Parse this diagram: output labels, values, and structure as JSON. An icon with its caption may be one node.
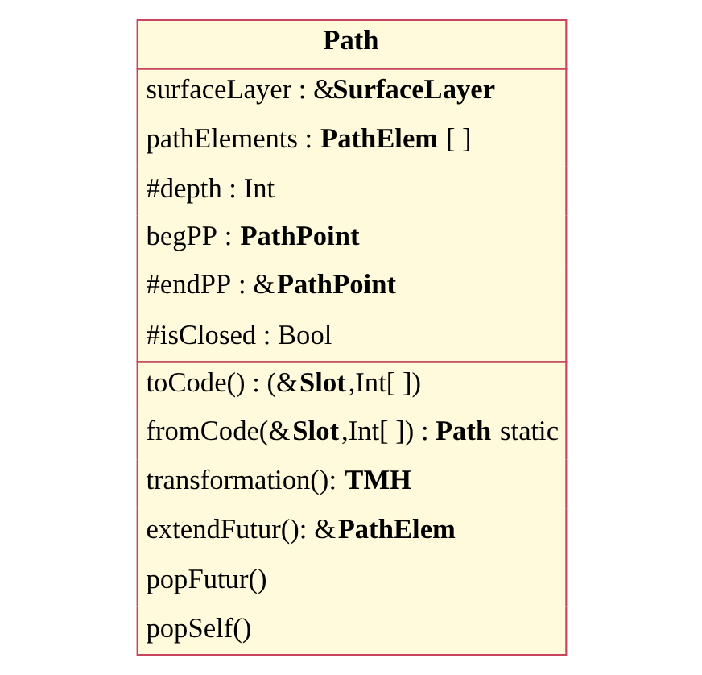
{
  "diagram": {
    "nodes": [
      {
        "text": [
          "Path",
          "surfaceLayer : &**SurfaceLayer**",
          "pathElements : **PathElem** [ ]",
          "#depth : Int",
          "begPP : **PathPoint**",
          "#endPP : &**PathPoint**",
          "#isClosed : Bool",
          "toCode() : (&**Slot**,Int[ ])",
          "fromCode(&**Slot**,Int[ ]) : **Path** static",
          "transformation(): **TMH**",
          "extendFutur(): &**PathElem**",
          "popFutur()",
          "popSelf()"
        ]
      }
    ]
  }
}
